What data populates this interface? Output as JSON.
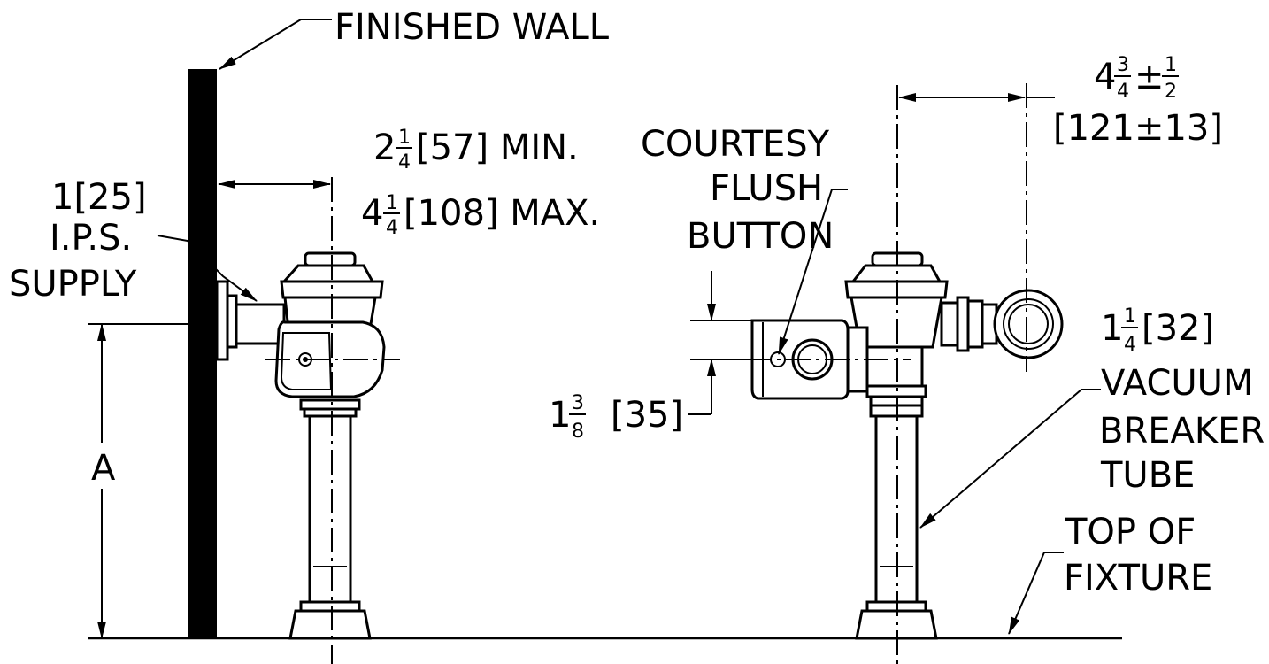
{
  "labels": {
    "finished_wall": "FINISHED WALL",
    "supply_size": "1[25]",
    "supply_ips": "I.P.S.",
    "supply_word": "SUPPLY",
    "dim_a": "A",
    "min_whole": "2",
    "min_num": "1",
    "min_den": "4",
    "min_rest": "[57] MIN.",
    "max_whole": "4",
    "max_num": "1",
    "max_den": "4",
    "max_rest": "[108] MAX.",
    "courtesy_1": "COURTESY",
    "courtesy_2": "FLUSH",
    "courtesy_3": "BUTTON",
    "btn_whole": "1",
    "btn_num": "3",
    "btn_den": "8",
    "btn_rest": "[35]",
    "top_whole": "4",
    "top_num": "3",
    "top_den": "4",
    "top_pm": "±",
    "top_pm_num": "1",
    "top_pm_den": "2",
    "top_metric": "[121±13]",
    "vb_whole": "1",
    "vb_num": "1",
    "vb_den": "4",
    "vb_rest": "[32]",
    "vb_1": "VACUUM",
    "vb_2": "BREAKER",
    "vb_3": "TUBE",
    "fixture_1": "TOP OF",
    "fixture_2": "FIXTURE"
  }
}
